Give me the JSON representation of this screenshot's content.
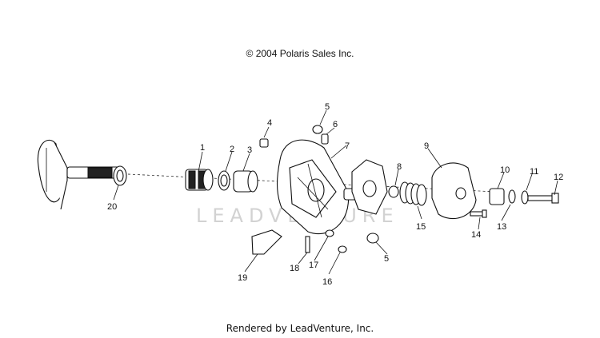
{
  "header": {
    "copyright": "© 2004 Polaris Sales Inc."
  },
  "footer": {
    "rendered_by": "Rendered by LeadVenture, Inc."
  },
  "watermark": {
    "text": "LEADVENTURE"
  },
  "callouts": [
    "1",
    "2",
    "3",
    "4",
    "5",
    "6",
    "7",
    "8",
    "9",
    "10",
    "11",
    "12",
    "13",
    "14",
    "15",
    "16",
    "17",
    "18",
    "19",
    "20",
    "5"
  ]
}
